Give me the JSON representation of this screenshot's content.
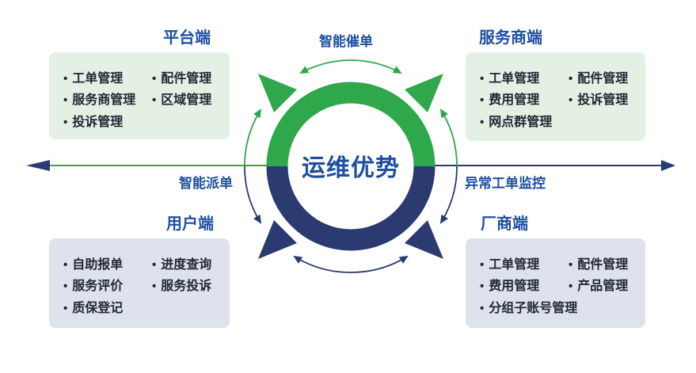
{
  "diagram": {
    "center": {
      "label": "运维优势"
    },
    "flow_labels": {
      "top": "智能催单",
      "left": "智能派单",
      "right": "异常工单监控"
    }
  },
  "panels": [
    {
      "title": "平台端",
      "items": [
        "工单管理",
        "配件管理",
        "服务商管理",
        "区域管理",
        "投诉管理"
      ]
    },
    {
      "title": "服务商端",
      "items": [
        "工单管理",
        "配件管理",
        "费用管理",
        "投诉管理",
        "网点群管理"
      ]
    },
    {
      "title": "用户端",
      "items": [
        "自助报单",
        "进度查询",
        "服务评价",
        "服务投诉",
        "质保登记"
      ]
    },
    {
      "title": "厂商端",
      "items": [
        "工单管理",
        "配件管理",
        "费用管理",
        "产品管理",
        "分组子账号管理"
      ]
    }
  ],
  "colors": {
    "green": "#2fa84b",
    "navy": "#2b3a70",
    "title_blue": "#1d4fa1",
    "center_text": "#1d4fa1",
    "item_text": "#1f2733",
    "panel_green_bg": "#e4f0e4",
    "panel_gray_bg": "#dde2ec",
    "background": "#ffffff"
  }
}
